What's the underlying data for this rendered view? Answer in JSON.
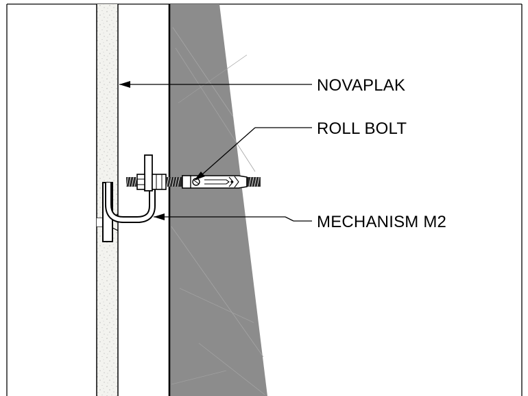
{
  "labels": {
    "novaplak": "NOVAPLAK",
    "roll_bolt": "ROLL BOLT",
    "mechanism": "MECHANISM M2"
  },
  "colors": {
    "line": "#000000",
    "wall_fill": "#8c8c8c",
    "panel_fill": "#f2f2ee",
    "background": "#ffffff"
  }
}
